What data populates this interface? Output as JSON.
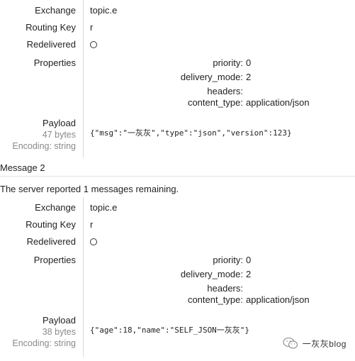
{
  "labels": {
    "exchange": "Exchange",
    "routing_key": "Routing Key",
    "redelivered": "Redelivered",
    "properties": "Properties",
    "payload": "Payload",
    "encoding": "Encoding: string"
  },
  "messages": [
    {
      "exchange": "topic.e",
      "routing_key": "r",
      "properties": {
        "priority_key": "priority:",
        "priority_value": "0",
        "delivery_mode_key": "delivery_mode:",
        "delivery_mode_value": "2",
        "headers_key": "headers:",
        "content_type_key": "content_type:",
        "content_type_value": "application/json"
      },
      "payload_bytes": "47 bytes",
      "payload": "{\"msg\":\"一灰灰\",\"type\":\"json\",\"version\":123}"
    },
    {
      "exchange": "topic.e",
      "routing_key": "r",
      "properties": {
        "priority_key": "priority:",
        "priority_value": "0",
        "delivery_mode_key": "delivery_mode:",
        "delivery_mode_value": "2",
        "headers_key": "headers:",
        "content_type_key": "content_type:",
        "content_type_value": "application/json"
      },
      "payload_bytes": "38 bytes",
      "payload": "{\"age\":18,\"name\":\"SELF_JSON一灰灰\"}"
    }
  ],
  "message2_header": "Message 2",
  "server_note": "The server reported 1 messages remaining.",
  "watermark": {
    "text": "一灰灰blog",
    "icon": "wechat-icon"
  }
}
